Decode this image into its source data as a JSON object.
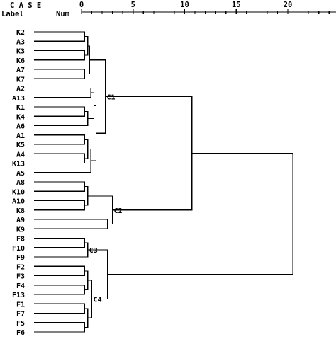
{
  "header": {
    "title": "C A S E",
    "label": "Label",
    "num": "Num"
  },
  "axis": {
    "ticks": [
      0,
      5,
      10,
      15,
      20
    ],
    "range": [
      0,
      25
    ]
  },
  "leaves": [
    "K2",
    "A3",
    "K3",
    "K6",
    "A7",
    "K7",
    "A2",
    "A13",
    "K1",
    "K4",
    "A6",
    "A1",
    "K5",
    "A4",
    "K13",
    "A5",
    "A8",
    "K10",
    "A10",
    "K8",
    "A9",
    "K9",
    "F8",
    "F10",
    "F9",
    "F2",
    "F3",
    "F4",
    "F13",
    "F1",
    "F7",
    "F5",
    "F6"
  ],
  "clusters": [
    {
      "label": "C1"
    },
    {
      "label": "C2"
    },
    {
      "label": "C3"
    },
    {
      "label": "C4"
    }
  ],
  "merges": [
    {
      "id": "m_k2a3",
      "a": "K2",
      "b": "A3",
      "d": 0.3
    },
    {
      "id": "m_k3k6",
      "a": "K3",
      "b": "K6",
      "d": 0.3
    },
    {
      "id": "m_a7k7",
      "a": "A7",
      "b": "K7",
      "d": 0.3
    },
    {
      "id": "m_top1",
      "a": "m_k2a3",
      "b": "m_k3k6",
      "d": 0.6
    },
    {
      "id": "m_top2",
      "a": "m_top1",
      "b": "m_a7k7",
      "d": 0.8
    },
    {
      "id": "m_a2a13",
      "a": "A2",
      "b": "A13",
      "d": 0.9
    },
    {
      "id": "m_k1k4",
      "a": "K1",
      "b": "K4",
      "d": 0.3
    },
    {
      "id": "m_k1k4a6",
      "a": "m_k1k4",
      "b": "A6",
      "d": 0.6
    },
    {
      "id": "m_mid",
      "a": "m_a2a13",
      "b": "m_k1k4a6",
      "d": 1.2
    },
    {
      "id": "m_a1k5",
      "a": "A1",
      "b": "K5",
      "d": 0.3
    },
    {
      "id": "m_a4k13",
      "a": "A4",
      "b": "K13",
      "d": 0.3
    },
    {
      "id": "m_low1",
      "a": "m_a1k5",
      "b": "m_a4k13",
      "d": 0.6
    },
    {
      "id": "m_low2",
      "a": "m_low1",
      "b": "A5",
      "d": 0.9
    },
    {
      "id": "m_midlow",
      "a": "m_mid",
      "b": "m_low2",
      "d": 1.4
    },
    {
      "id": "C1",
      "a": "m_top2",
      "b": "m_midlow",
      "d": 2.3
    },
    {
      "id": "m_a8k10",
      "a": "A8",
      "b": "K10",
      "d": 0.3
    },
    {
      "id": "m_a10k8",
      "a": "A10",
      "b": "K8",
      "d": 0.3
    },
    {
      "id": "m_c2a",
      "a": "m_a8k10",
      "b": "m_a10k8",
      "d": 0.6
    },
    {
      "id": "m_a9k9",
      "a": "A9",
      "b": "K9",
      "d": 2.5
    },
    {
      "id": "C2",
      "a": "m_c2a",
      "b": "m_a9k9",
      "d": 3.0
    },
    {
      "id": "m_c1c2",
      "a": "C1",
      "b": "C2",
      "d": 10.7
    },
    {
      "id": "m_f8f10",
      "a": "F8",
      "b": "F10",
      "d": 0.3
    },
    {
      "id": "C3",
      "a": "m_f8f10",
      "b": "F9",
      "d": 0.6
    },
    {
      "id": "m_f2f3",
      "a": "F2",
      "b": "F3",
      "d": 0.3
    },
    {
      "id": "m_f4f13",
      "a": "F4",
      "b": "F13",
      "d": 0.3
    },
    {
      "id": "m_f2f13",
      "a": "m_f2f3",
      "b": "m_f4f13",
      "d": 0.6
    },
    {
      "id": "m_f1f7",
      "a": "F1",
      "b": "F7",
      "d": 0.3
    },
    {
      "id": "m_f5f6",
      "a": "F5",
      "b": "F6",
      "d": 0.3
    },
    {
      "id": "m_f1f6",
      "a": "m_f1f7",
      "b": "m_f5f6",
      "d": 0.6
    },
    {
      "id": "C4",
      "a": "m_f2f13",
      "b": "m_f1f6",
      "d": 1.0
    },
    {
      "id": "m_c3c4",
      "a": "C3",
      "b": "C4",
      "d": 2.5
    },
    {
      "id": "root",
      "a": "m_c1c2",
      "b": "m_c3c4",
      "d": 20.5
    }
  ]
}
